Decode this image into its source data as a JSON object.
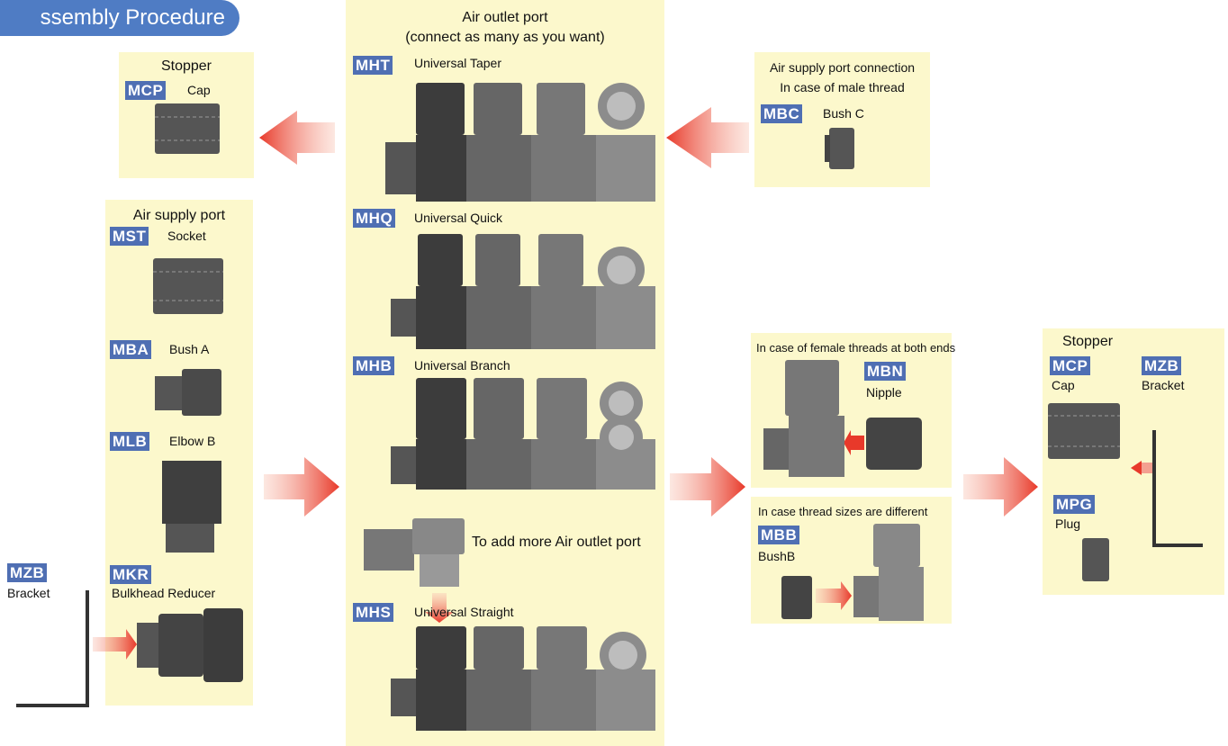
{
  "title": "ssembly Procedure",
  "colors": {
    "panel": "#fcf8cc",
    "code_bg": "#4f6fb3",
    "title_bg": "#4f7cc4",
    "arrow": "#e8392a",
    "dark_part": "#3c3c3c",
    "mid_part": "#666666",
    "light_part": "#8c8c8c"
  },
  "top_stopper": {
    "heading": "Stopper",
    "code": "MCP",
    "name": "Cap"
  },
  "air_supply": {
    "heading": "Air supply port",
    "items": [
      {
        "code": "MST",
        "name": "Socket"
      },
      {
        "code": "MBA",
        "name": "Bush A"
      },
      {
        "code": "MLB",
        "name": "Elbow B"
      },
      {
        "code": "MKR",
        "name": "Bulkhead Reducer"
      }
    ]
  },
  "left_bracket": {
    "code": "MZB",
    "name": "Bracket"
  },
  "outlet": {
    "heading1": "Air outlet port",
    "heading2": "(connect as many as you want)",
    "items": [
      {
        "code": "MHT",
        "name": "Universal Taper"
      },
      {
        "code": "MHQ",
        "name": "Universal Quick"
      },
      {
        "code": "MHB",
        "name": "Universal Branch"
      },
      {
        "code": "MHS",
        "name": "Universal Straight"
      }
    ],
    "add_more": "To add more Air outlet port"
  },
  "male_thread": {
    "heading1": "Air supply port connection",
    "heading2": "In case of male thread",
    "code": "MBC",
    "name": "Bush C"
  },
  "female_threads": {
    "heading": "In case of female threads at both ends",
    "code": "MBN",
    "name": "Nipple"
  },
  "thread_sizes": {
    "heading": "In case thread sizes are different",
    "code": "MBB",
    "name": "BushB"
  },
  "right_stopper": {
    "heading": "Stopper",
    "cap_code": "MCP",
    "cap_name": "Cap",
    "bracket_code": "MZB",
    "bracket_name": "Bracket",
    "plug_code": "MPG",
    "plug_name": "Plug"
  }
}
